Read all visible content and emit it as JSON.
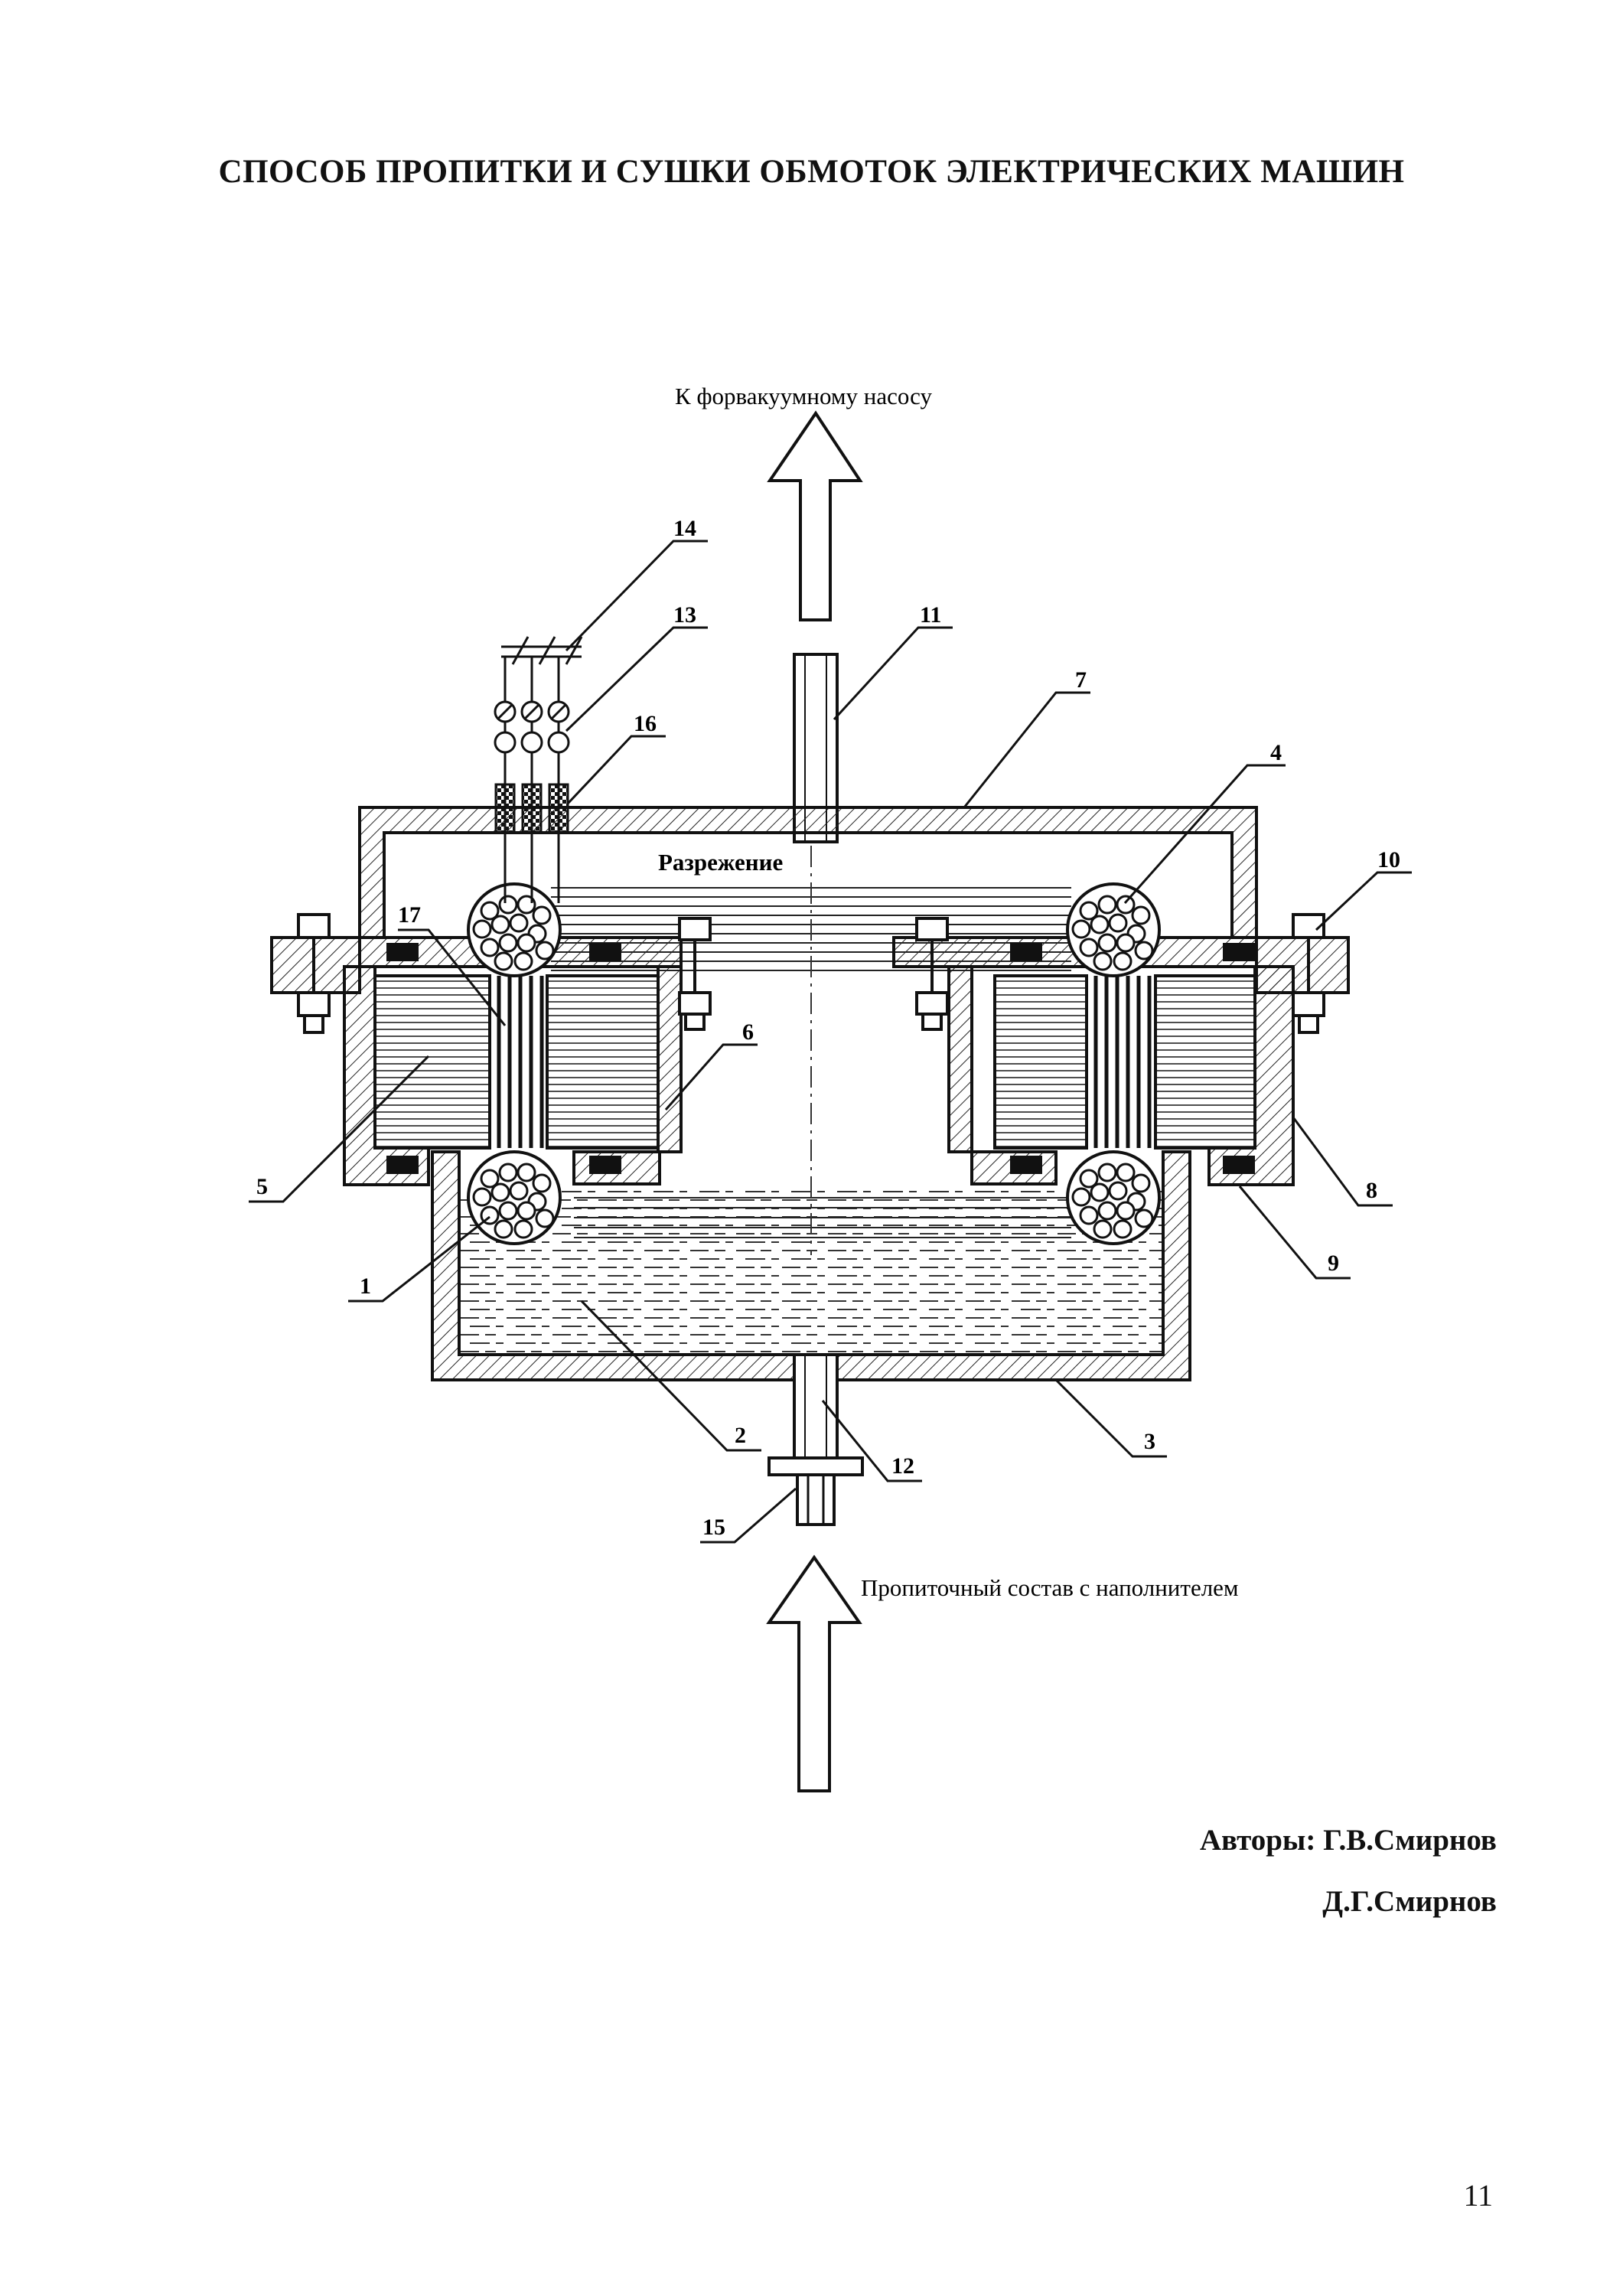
{
  "page": {
    "title": "СПОСОБ ПРОПИТКИ И СУШКИ ОБМОТОК ЭЛЕКТРИЧЕСКИХ МАШИН",
    "authors_line1": "Авторы: Г.В.Смирнов",
    "authors_line2": "Д.Г.Смирнов",
    "page_number": "11"
  },
  "diagram": {
    "caption_top": "К форвакуумному насосу",
    "caption_vacuum": "Разрежение",
    "caption_bottom": "Пропиточный состав с наполнителем",
    "labels": {
      "l1": "1",
      "l2": "2",
      "l3": "3",
      "l4": "4",
      "l5": "5",
      "l6": "6",
      "l7": "7",
      "l8": "8",
      "l9": "9",
      "l10": "10",
      "l11": "11",
      "l12": "12",
      "l13": "13",
      "l14": "14",
      "l15": "15",
      "l16": "16",
      "l17": "17"
    }
  }
}
